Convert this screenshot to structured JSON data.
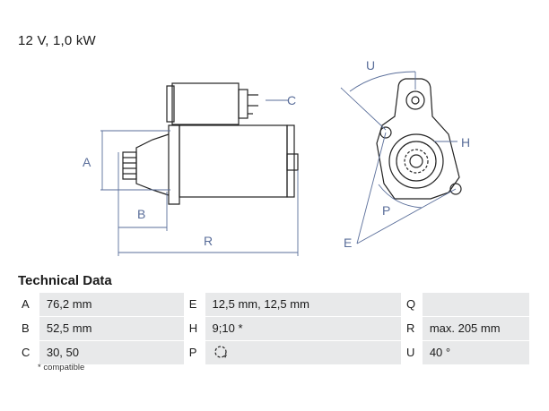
{
  "header": {
    "spec_line": "12 V, 1,0 kW"
  },
  "drawing_labels": {
    "A": "A",
    "B": "B",
    "C": "C",
    "R": "R",
    "U": "U",
    "H": "H",
    "P": "P",
    "E": "E"
  },
  "technical": {
    "title": "Technical Data",
    "rows": [
      {
        "k1": "A",
        "v1": "76,2 mm",
        "k2": "E",
        "v2": "12,5 mm, 12,5 mm",
        "k3": "Q",
        "v3": ""
      },
      {
        "k1": "B",
        "v1": "52,5 mm",
        "k2": "H",
        "v2": "9;10 *",
        "k3": "R",
        "v3": "max. 205 mm"
      },
      {
        "k1": "C",
        "v1": "30, 50",
        "k2": "P",
        "v2": "",
        "k3": "U",
        "v3": "40 °"
      }
    ],
    "rotation_icon": "clockwise-rotation-icon",
    "footnote": "* compatible"
  }
}
